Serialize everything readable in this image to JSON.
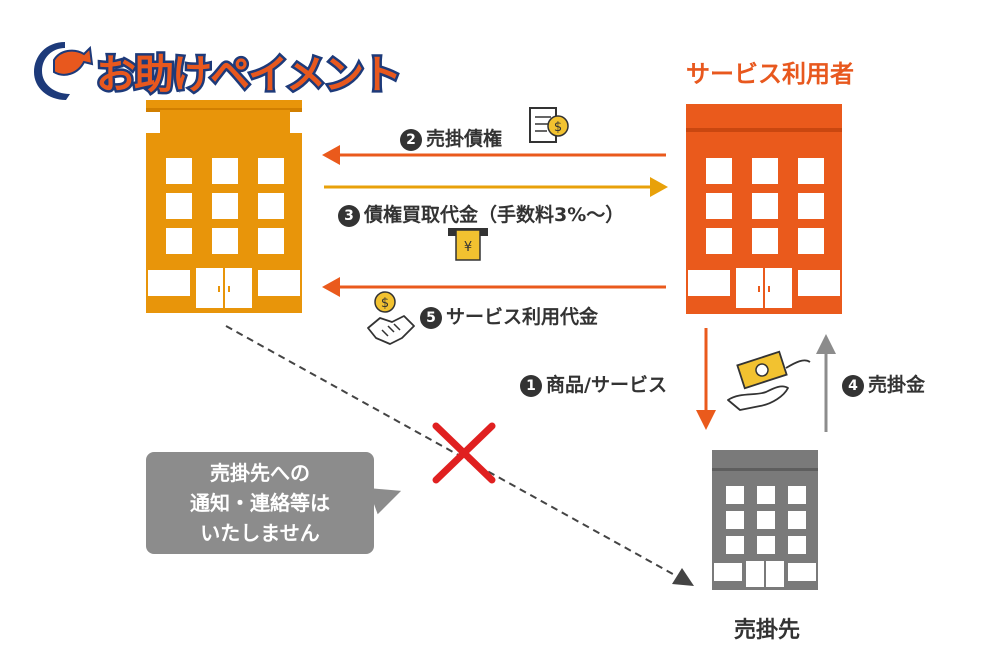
{
  "logo": {
    "text": "お助けペイメント"
  },
  "service_user_title": "サービス利用者",
  "steps": {
    "s2": {
      "num": "2",
      "label": "売掛債権"
    },
    "s3": {
      "num": "3",
      "label": "債権買取代金（手数料3%〜）"
    },
    "s5": {
      "num": "5",
      "label": "サービス利用代金"
    },
    "s1": {
      "num": "1",
      "label": "商品/サービス"
    },
    "s4": {
      "num": "4",
      "label": "売掛金"
    }
  },
  "bubble": {
    "lines": [
      "売掛先への",
      "通知・連絡等は",
      "いたしません"
    ]
  },
  "buyer_title": "売掛先",
  "icons": {
    "yen_bill": "¥",
    "dollar_coin": "$"
  },
  "colors": {
    "factoring_building": "#e8950a",
    "user_building": "#ea5a1c",
    "buyer_building": "#7a7a7a",
    "arrow_orange": "#ea5a1c",
    "arrow_yellow": "#e8a10a",
    "arrow_gray": "#8c8c8c",
    "cross_red": "#e02020",
    "bubble": "#8c8c8c"
  }
}
